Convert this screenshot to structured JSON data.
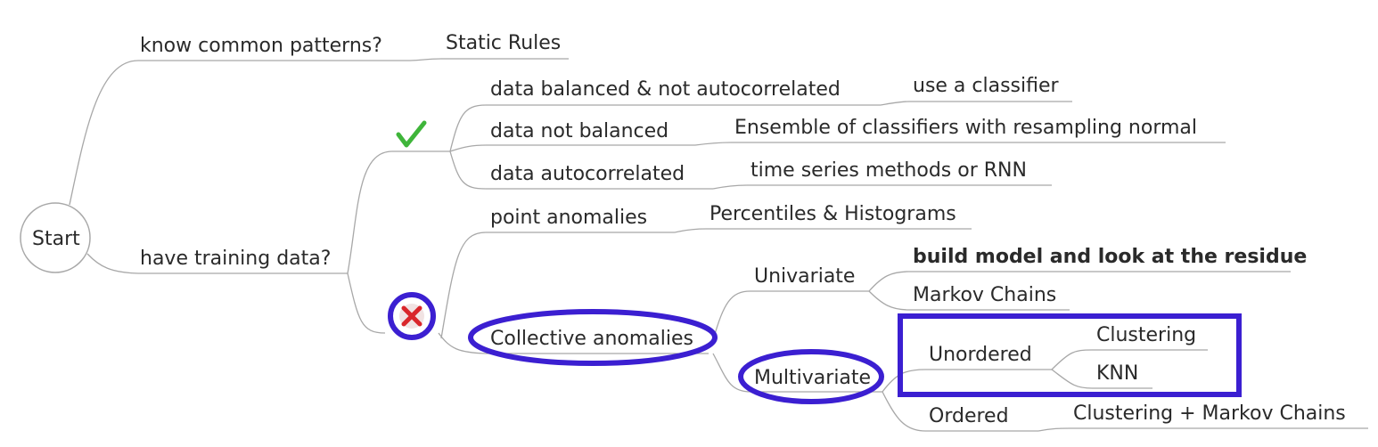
{
  "mindmap": {
    "root": "Start",
    "nodes": {
      "know_common_patterns": "know common patterns?",
      "static_rules": "Static Rules",
      "have_training_data": "have training data?",
      "data_balanced": "data balanced & not autocorrelated",
      "use_classifier": "use a classifier",
      "data_not_balanced": "data not balanced",
      "ensemble": "Ensemble of classifiers with resampling normal",
      "data_autocorrelated": "data autocorrelated",
      "time_series": "time series methods or RNN",
      "point_anomalies": "point anomalies",
      "percentiles": "Percentiles & Histograms",
      "collective_anomalies": "Collective anomalies",
      "univariate": "Univariate",
      "build_model": "build model and look at the residue",
      "markov_chains": "Markov Chains",
      "multivariate": "Multivariate",
      "unordered": "Unordered",
      "clustering": "Clustering",
      "knn": "KNN",
      "ordered": "Ordered",
      "clustering_markov": "Clustering + Markov Chains"
    },
    "icons": {
      "yes": "check-icon",
      "no": "cross-icon"
    },
    "colors": {
      "line": "#a8a8a8",
      "annotation": "#3b1fd1",
      "check": "#3fb53a",
      "cross": "#d9262b"
    }
  }
}
